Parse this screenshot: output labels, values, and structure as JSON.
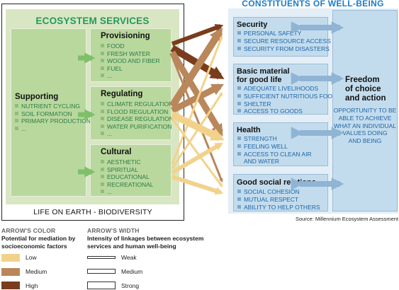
{
  "ecosystem": {
    "title": "ECOSYSTEM SERVICES",
    "biodiversity_label": "LIFE ON EARTH - BIODIVERSITY",
    "supporting": {
      "title": "Supporting",
      "items": [
        "NUTRIENT CYCLING",
        "SOIL FORMATION",
        "PRIMARY PRODUCTION",
        "..."
      ]
    },
    "provisioning": {
      "title": "Provisioning",
      "items": [
        "FOOD",
        "FRESH WATER",
        "WOOD AND FIBER",
        "FUEL",
        "..."
      ]
    },
    "regulating": {
      "title": "Regulating",
      "items": [
        "CLIMATE REGULATION",
        "FLOOD REGULATION",
        "DISEASE REGULATION",
        "WATER PURIFICATION",
        "..."
      ]
    },
    "cultural": {
      "title": "Cultural",
      "items": [
        "AESTHETIC",
        "SPIRITUAL",
        "EDUCATIONAL",
        "RECREATIONAL",
        "..."
      ]
    }
  },
  "wellbeing": {
    "title": "CONSTITUENTS OF WELL-BEING",
    "security": {
      "title": "Security",
      "items": [
        "PERSONAL SAFETY",
        "SECURE RESOURCE ACCESS",
        "SECURITY FROM DISASTERS"
      ]
    },
    "basic_material": {
      "title_line1": "Basic material",
      "title_line2": "for good life",
      "items": [
        "ADEQUATE LIVELIHOODS",
        "SUFFICIENT NUTRITIOUS FOOD",
        "SHELTER",
        "ACCESS TO GOODS"
      ]
    },
    "health": {
      "title": "Health",
      "items": [
        "STRENGTH",
        "FEELING WELL",
        "ACCESS TO CLEAN AIR",
        "AND WATER"
      ]
    },
    "social": {
      "title": "Good social relations",
      "items": [
        "SOCIAL COHESION",
        "MUTUAL RESPECT",
        "ABILITY TO HELP OTHERS"
      ]
    },
    "freedom": {
      "title_line1": "Freedom",
      "title_line2": "of choice",
      "title_line3": "and action",
      "desc_lines": [
        "OPPORTUNITY TO BE",
        "ABLE TO ACHIEVE",
        "WHAT AN INDIVIDUAL",
        "VALUES DOING",
        "AND BEING"
      ]
    }
  },
  "source": "Source: Millennium Ecosystem Assessment",
  "legend": {
    "color_head": "ARROW'S COLOR",
    "color_sub_line1": "Potential for mediation by",
    "color_sub_line2": "socioeconomic factors",
    "width_head": "ARROW'S WIDTH",
    "width_sub_line1": "Intensity of linkages between ecosystem",
    "width_sub_line2": "services and human well-being",
    "colors": [
      {
        "label": "Low",
        "color": "#f2d28b"
      },
      {
        "label": "Medium",
        "color": "#b9875a"
      },
      {
        "label": "High",
        "color": "#7a3c1c"
      }
    ],
    "widths": [
      {
        "label": "Weak"
      },
      {
        "label": "Medium"
      },
      {
        "label": "Strong"
      }
    ]
  },
  "colors": {
    "eco_title": "#239a59",
    "wb_title": "#1d7cc8",
    "green_box": "#b9d89e",
    "eco_background": "#d9e6c4",
    "blue_box": "#c3dced",
    "wb_background": "#e3eef6",
    "inner_arrow_green": "#7fbf6a",
    "inner_arrow_blue": "#8fb4d4"
  },
  "linkages": [
    {
      "from": "provisioning",
      "to": "security",
      "intensity": "medium",
      "mediation": "high"
    },
    {
      "from": "provisioning",
      "to": "basic_material",
      "intensity": "strong",
      "mediation": "high"
    },
    {
      "from": "provisioning",
      "to": "health",
      "intensity": "strong",
      "mediation": "medium"
    },
    {
      "from": "provisioning",
      "to": "social",
      "intensity": "weak",
      "mediation": "medium"
    },
    {
      "from": "regulating",
      "to": "security",
      "intensity": "strong",
      "mediation": "medium"
    },
    {
      "from": "regulating",
      "to": "basic_material",
      "intensity": "strong",
      "mediation": "medium"
    },
    {
      "from": "regulating",
      "to": "health",
      "intensity": "strong",
      "mediation": "low"
    },
    {
      "from": "regulating",
      "to": "social",
      "intensity": "weak",
      "mediation": "low"
    },
    {
      "from": "cultural",
      "to": "security",
      "intensity": "weak",
      "mediation": "low"
    },
    {
      "from": "cultural",
      "to": "basic_material",
      "intensity": "weak",
      "mediation": "low"
    },
    {
      "from": "cultural",
      "to": "health",
      "intensity": "medium",
      "mediation": "low"
    },
    {
      "from": "cultural",
      "to": "social",
      "intensity": "medium",
      "mediation": "low"
    }
  ]
}
